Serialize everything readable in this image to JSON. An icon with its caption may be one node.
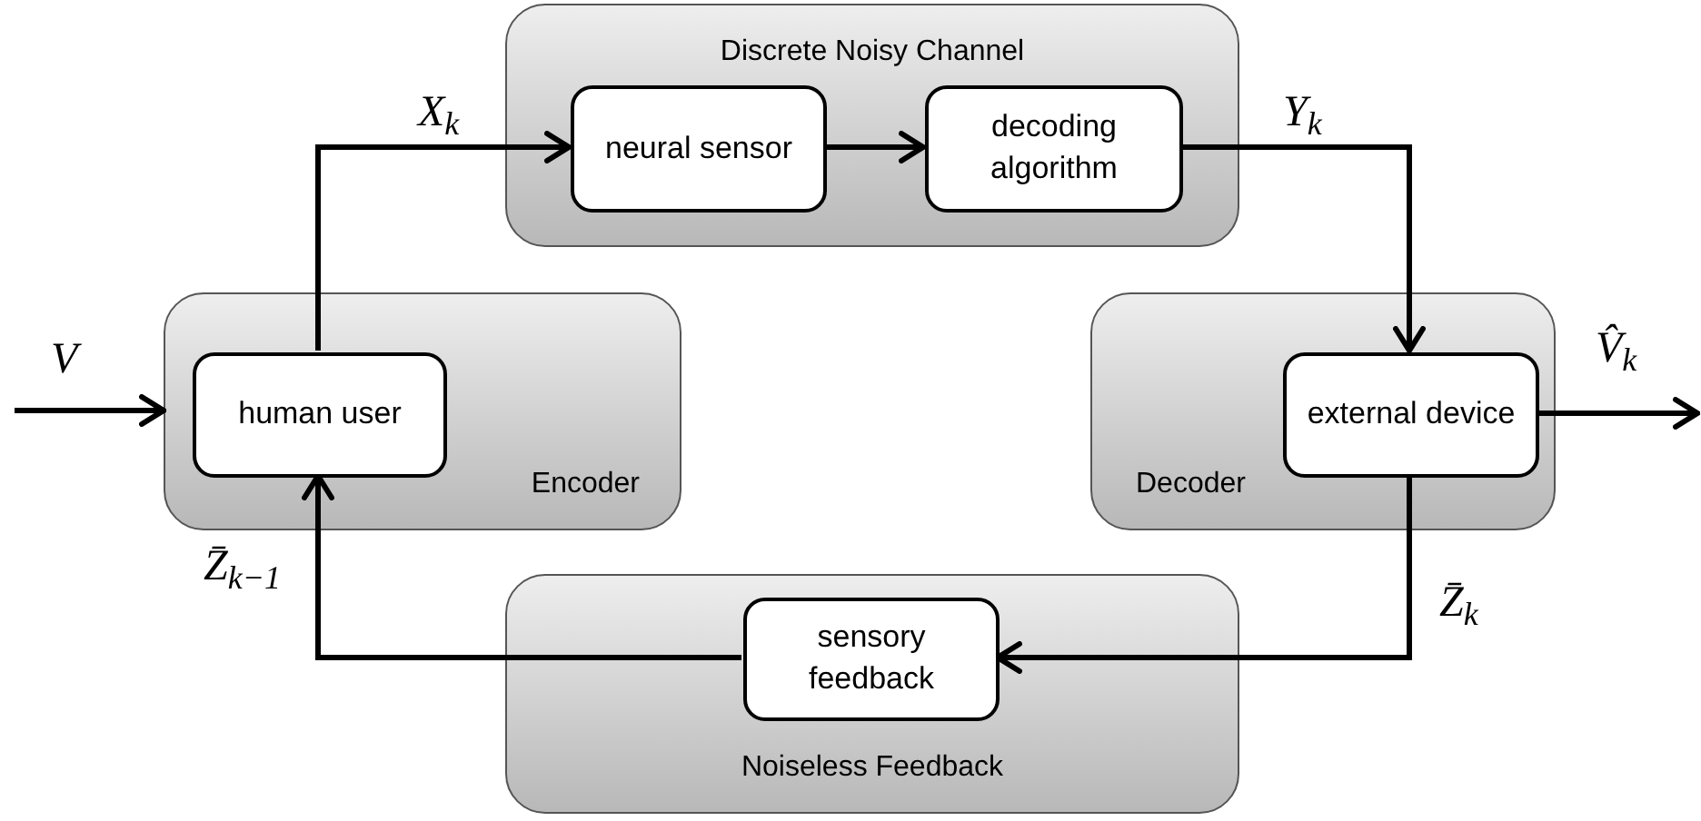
{
  "diagram": {
    "nodes": [
      {
        "text": [
          "Discrete Noisy Channel"
        ]
      },
      {
        "text": [
          "neural sensor"
        ],
        "in": 0
      },
      {
        "text": [
          "decoding algorithm"
        ],
        "in": 0
      },
      {
        "text": [
          "Encoder"
        ]
      },
      {
        "text": [
          "human user"
        ],
        "in": 3
      },
      {
        "text": [
          "Decoder"
        ]
      },
      {
        "text": [
          "external device"
        ],
        "in": 5
      },
      {
        "text": [
          "Noiseless Feedback"
        ]
      },
      {
        "text": [
          "sensory feedback"
        ],
        "in": 7
      }
    ],
    "edges": [
      {
        "from": null,
        "to": 3,
        "arrow": "to",
        "label": "*V*"
      },
      {
        "from": 4,
        "to": 1,
        "arrow": "to",
        "label": "*X*$_{k}$"
      },
      {
        "from": 1,
        "to": 2,
        "arrow": "to"
      },
      {
        "from": 2,
        "to": 6,
        "arrow": "to",
        "label": "*Y*$_{k}$"
      },
      {
        "from": 6,
        "to": null,
        "arrow": "to",
        "label": "*V̂*$_{k}$"
      },
      {
        "from": 6,
        "to": 8,
        "arrow": "to",
        "label": "*Z̄*$_{k}$"
      },
      {
        "from": 8,
        "to": 4,
        "arrow": "to",
        "label": "*Z̄*$_{k−1}$"
      }
    ]
  }
}
